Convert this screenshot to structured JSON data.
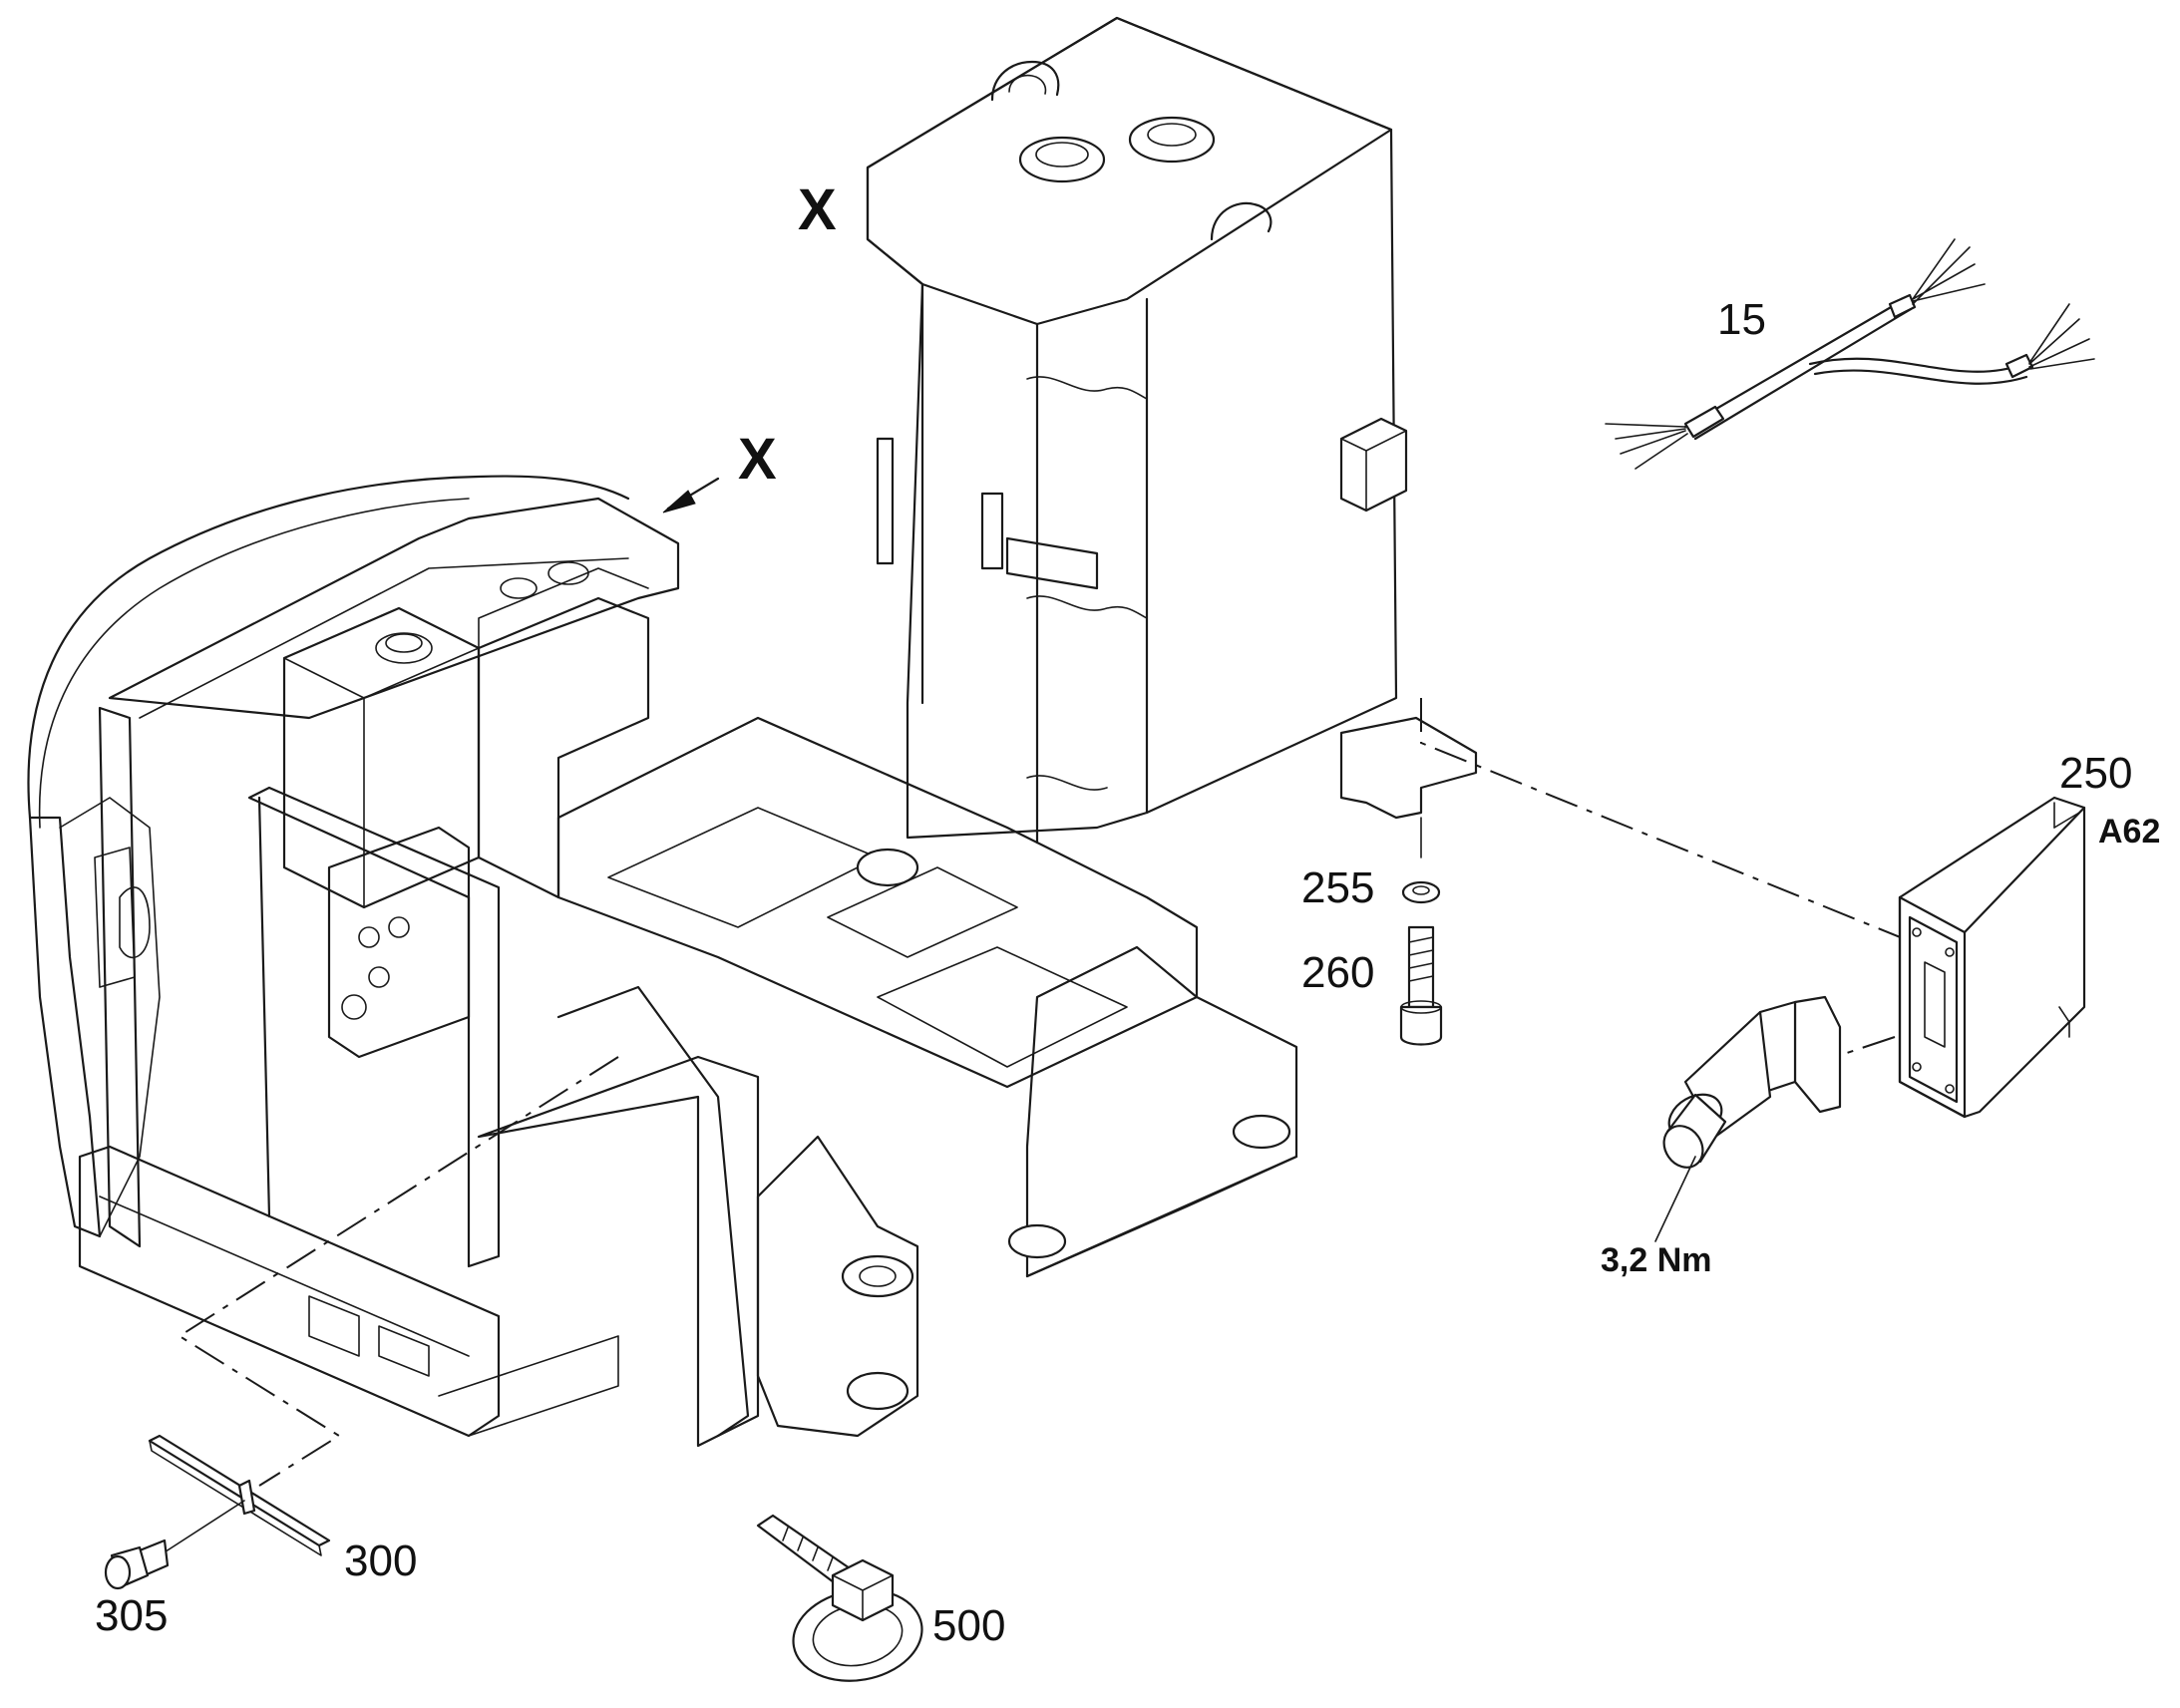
{
  "view_marker": "X",
  "view_marker_detail": "X",
  "callouts": {
    "p15": "15",
    "p250": "250",
    "a62": "A62",
    "p255": "255",
    "p260": "260",
    "torque": "3,2 Nm",
    "p300": "300",
    "p305": "305",
    "p500": "500"
  }
}
